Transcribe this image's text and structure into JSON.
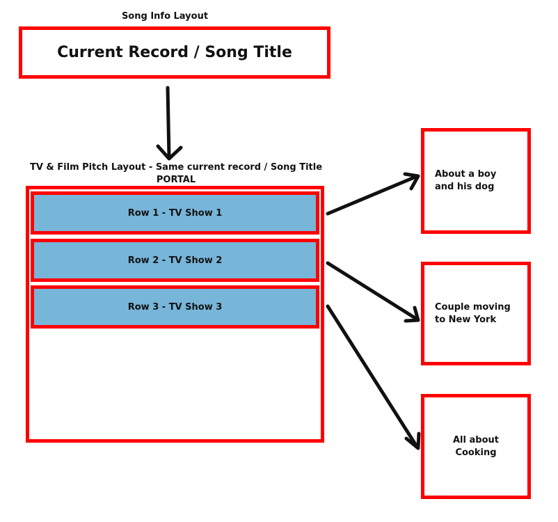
{
  "song_info": {
    "heading": "Song Info Layout",
    "title_box": "Current Record / Song Title"
  },
  "pitch": {
    "heading_line1": "TV & Film Pitch Layout - Same current record / Song Title",
    "heading_line2": "PORTAL",
    "rows": [
      {
        "label": "Row 1 - TV Show 1"
      },
      {
        "label": "Row 2 - TV Show 2"
      },
      {
        "label": "Row 3 - TV Show 3"
      }
    ]
  },
  "descriptions": [
    {
      "text": "About a boy\nand his dog"
    },
    {
      "text": "Couple moving\nto New York"
    },
    {
      "text": "All about\nCooking"
    }
  ],
  "colors": {
    "border": "#ff0000",
    "row_fill": "#77b5d9",
    "arrow": "#111111"
  }
}
